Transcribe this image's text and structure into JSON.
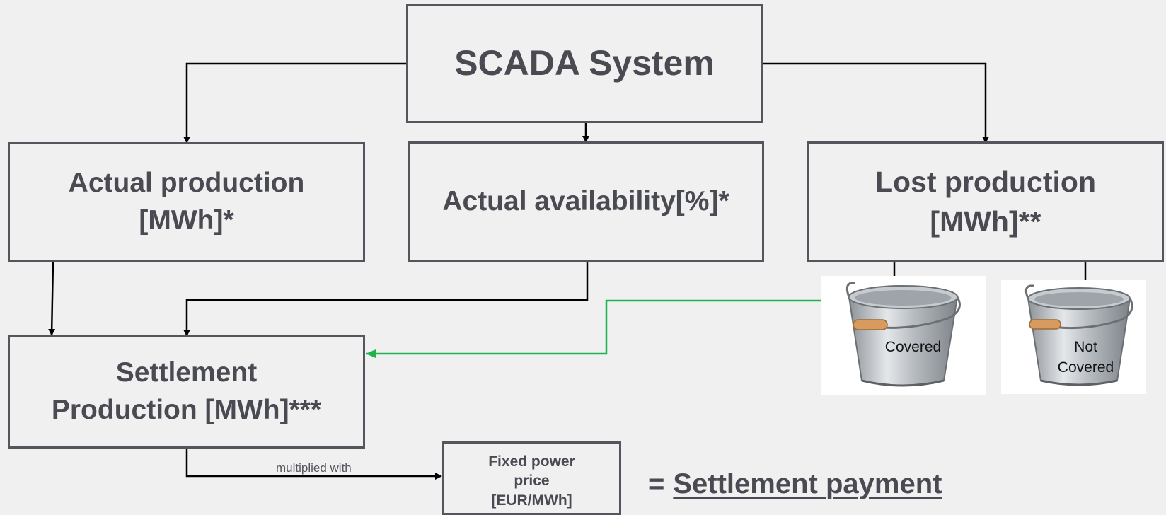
{
  "boxes": {
    "scada": "SCADA System",
    "actual_production": "Actual production\n[MWh]*",
    "actual_availability": "Actual availability[%]*",
    "lost_production": "Lost production\n[MWh]**",
    "settlement_production": "Settlement\nProduction [MWh]***",
    "fixed_price": "Fixed power\nprice\n[EUR/MWh]"
  },
  "buckets": {
    "covered": "Covered",
    "not_covered": "Not\nCovered"
  },
  "connector_label": "multiplied  with",
  "result": {
    "equals": "=",
    "label": "Settlement payment"
  },
  "colors": {
    "box_border": "#55555d",
    "text": "#4a4a52",
    "arrow": "#000000",
    "covered_arrow": "#1db34f"
  }
}
